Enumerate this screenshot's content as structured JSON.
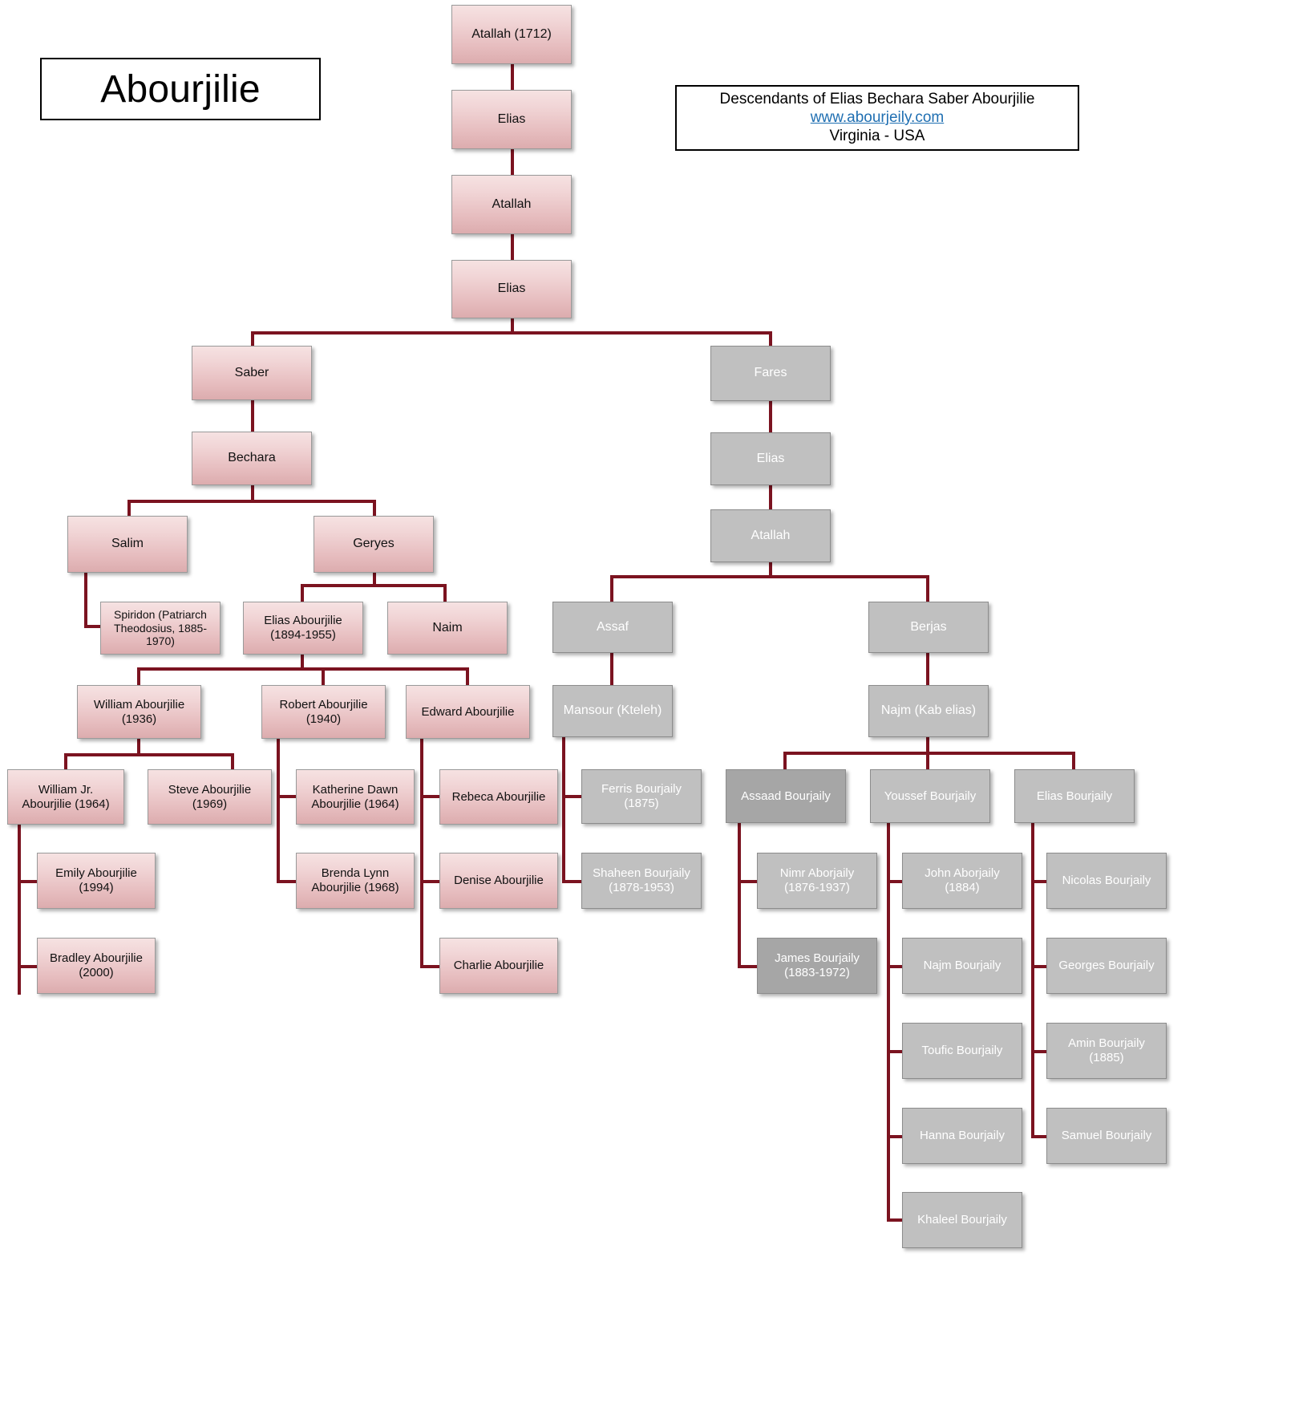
{
  "header": {
    "family_name": "Abourjilie",
    "credits_title": "Descendants of Elias Bechara Saber Abourjilie",
    "credits_url": "www.abourjeily.com",
    "credits_location": "Virginia - USA"
  },
  "colors": {
    "connector": "#7B1320",
    "pink_fill": "#e9c4c6",
    "grey_fill": "#c0c0c0",
    "grey_dark_fill": "#a6a6a6",
    "link": "#1F6FB2",
    "border": "#8c8c8c"
  },
  "chart_data": {
    "type": "diagram",
    "title": "Abourjilie family tree",
    "nodes": [
      {
        "id": "n1",
        "label": "Atallah (1712)",
        "style": "pink"
      },
      {
        "id": "n2",
        "label": "Elias",
        "style": "pink"
      },
      {
        "id": "n3",
        "label": "Atallah",
        "style": "pink"
      },
      {
        "id": "n4",
        "label": "Elias",
        "style": "pink"
      },
      {
        "id": "n5",
        "label": "Saber",
        "style": "pink"
      },
      {
        "id": "n6",
        "label": "Bechara",
        "style": "pink"
      },
      {
        "id": "n7",
        "label": "Salim",
        "style": "pink"
      },
      {
        "id": "n8",
        "label": "Geryes",
        "style": "pink"
      },
      {
        "id": "n9",
        "label": "Spiridon (Patriarch Theodosius, 1885-1970)",
        "style": "pink"
      },
      {
        "id": "n10",
        "label": "Elias Abourjilie (1894-1955)",
        "style": "pink"
      },
      {
        "id": "n11",
        "label": "Naim",
        "style": "pink"
      },
      {
        "id": "n12",
        "label": "William Abourjilie (1936)",
        "style": "pink"
      },
      {
        "id": "n13",
        "label": "Robert Abourjilie (1940)",
        "style": "pink"
      },
      {
        "id": "n14",
        "label": "Edward Abourjilie",
        "style": "pink"
      },
      {
        "id": "n15",
        "label": "William Jr. Abourjilie (1964)",
        "style": "pink"
      },
      {
        "id": "n16",
        "label": "Steve Abourjilie (1969)",
        "style": "pink"
      },
      {
        "id": "n17",
        "label": "Katherine Dawn Abourjilie (1964)",
        "style": "pink"
      },
      {
        "id": "n18",
        "label": "Rebeca Abourjilie",
        "style": "pink"
      },
      {
        "id": "n19",
        "label": "Emily Abourjilie (1994)",
        "style": "pink"
      },
      {
        "id": "n20",
        "label": "Brenda Lynn Abourjilie (1968)",
        "style": "pink"
      },
      {
        "id": "n21",
        "label": "Denise Abourjilie",
        "style": "pink"
      },
      {
        "id": "n22",
        "label": "Bradley Abourjilie (2000)",
        "style": "pink"
      },
      {
        "id": "n23",
        "label": "Charlie Abourjilie",
        "style": "pink"
      },
      {
        "id": "n24",
        "label": "Fares",
        "style": "grey"
      },
      {
        "id": "n25",
        "label": "Elias",
        "style": "grey"
      },
      {
        "id": "n26",
        "label": "Atallah",
        "style": "grey"
      },
      {
        "id": "n27",
        "label": "Assaf",
        "style": "grey"
      },
      {
        "id": "n28",
        "label": "Berjas",
        "style": "grey"
      },
      {
        "id": "n29",
        "label": "Mansour (Kteleh)",
        "style": "grey"
      },
      {
        "id": "n30",
        "label": "Najm (Kab elias)",
        "style": "grey"
      },
      {
        "id": "n31",
        "label": "Ferris Bourjaily (1875)",
        "style": "grey"
      },
      {
        "id": "n32",
        "label": "Shaheen Bourjaily (1878-1953)",
        "style": "grey"
      },
      {
        "id": "n33",
        "label": "Assaad Bourjaily",
        "style": "grey-dark"
      },
      {
        "id": "n34",
        "label": "Youssef Bourjaily",
        "style": "grey"
      },
      {
        "id": "n35",
        "label": "Elias Bourjaily",
        "style": "grey"
      },
      {
        "id": "n36",
        "label": "Nimr Aborjaily (1876-1937)",
        "style": "grey"
      },
      {
        "id": "n37",
        "label": "James Bourjaily (1883-1972)",
        "style": "grey-dark"
      },
      {
        "id": "n38",
        "label": "John Aborjaily (1884)",
        "style": "grey"
      },
      {
        "id": "n39",
        "label": "Najm Bourjaily",
        "style": "grey"
      },
      {
        "id": "n40",
        "label": "Toufic Bourjaily",
        "style": "grey"
      },
      {
        "id": "n41",
        "label": "Hanna Bourjaily",
        "style": "grey"
      },
      {
        "id": "n42",
        "label": "Khaleel Bourjaily",
        "style": "grey"
      },
      {
        "id": "n43",
        "label": "Nicolas Bourjaily",
        "style": "grey"
      },
      {
        "id": "n44",
        "label": "Georges Bourjaily",
        "style": "grey"
      },
      {
        "id": "n45",
        "label": "Amin Bourjaily (1885)",
        "style": "grey"
      },
      {
        "id": "n46",
        "label": "Samuel Bourjaily",
        "style": "grey"
      }
    ],
    "edges": [
      [
        "n1",
        "n2"
      ],
      [
        "n2",
        "n3"
      ],
      [
        "n3",
        "n4"
      ],
      [
        "n4",
        "n5"
      ],
      [
        "n4",
        "n24"
      ],
      [
        "n5",
        "n6"
      ],
      [
        "n6",
        "n7"
      ],
      [
        "n6",
        "n8"
      ],
      [
        "n7",
        "n9"
      ],
      [
        "n8",
        "n10"
      ],
      [
        "n8",
        "n11"
      ],
      [
        "n10",
        "n12"
      ],
      [
        "n10",
        "n13"
      ],
      [
        "n10",
        "n14"
      ],
      [
        "n12",
        "n15"
      ],
      [
        "n12",
        "n16"
      ],
      [
        "n13",
        "n17"
      ],
      [
        "n13",
        "n20"
      ],
      [
        "n14",
        "n18"
      ],
      [
        "n14",
        "n21"
      ],
      [
        "n14",
        "n23"
      ],
      [
        "n15",
        "n19"
      ],
      [
        "n15",
        "n22"
      ],
      [
        "n24",
        "n25"
      ],
      [
        "n25",
        "n26"
      ],
      [
        "n26",
        "n27"
      ],
      [
        "n26",
        "n28"
      ],
      [
        "n27",
        "n29"
      ],
      [
        "n28",
        "n30"
      ],
      [
        "n29",
        "n31"
      ],
      [
        "n29",
        "n32"
      ],
      [
        "n30",
        "n33"
      ],
      [
        "n30",
        "n34"
      ],
      [
        "n30",
        "n35"
      ],
      [
        "n33",
        "n36"
      ],
      [
        "n33",
        "n37"
      ],
      [
        "n34",
        "n38"
      ],
      [
        "n34",
        "n39"
      ],
      [
        "n34",
        "n40"
      ],
      [
        "n34",
        "n41"
      ],
      [
        "n34",
        "n42"
      ],
      [
        "n35",
        "n43"
      ],
      [
        "n35",
        "n44"
      ],
      [
        "n35",
        "n45"
      ],
      [
        "n35",
        "n46"
      ]
    ]
  }
}
